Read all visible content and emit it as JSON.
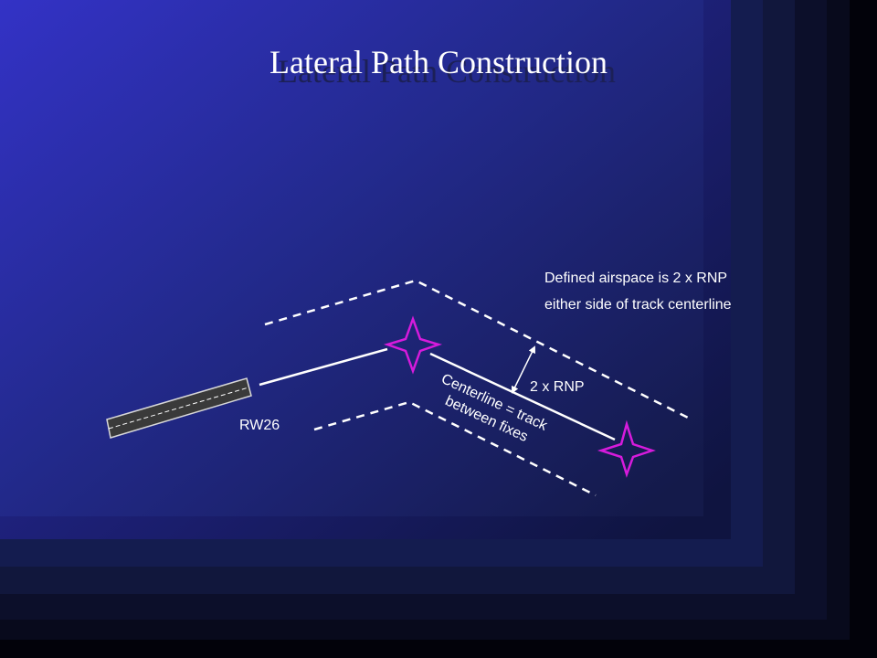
{
  "slide": {
    "title": "Lateral Path Construction"
  },
  "diagram": {
    "runway_label": "RW26",
    "centerline_label_line1": "Centerline = track",
    "centerline_label_line2": "between fixes",
    "width_label": "2 x RNP",
    "annotation_text": "Defined airspace is 2 x RNP either side of track centerline"
  },
  "colors": {
    "fix_marker": "#d61bdc",
    "lines": "#ffffff",
    "runway_fill": "#3a3a3a"
  },
  "icons": {
    "fix": "four-point-star-icon",
    "arrow": "double-headed-arrow-icon"
  }
}
